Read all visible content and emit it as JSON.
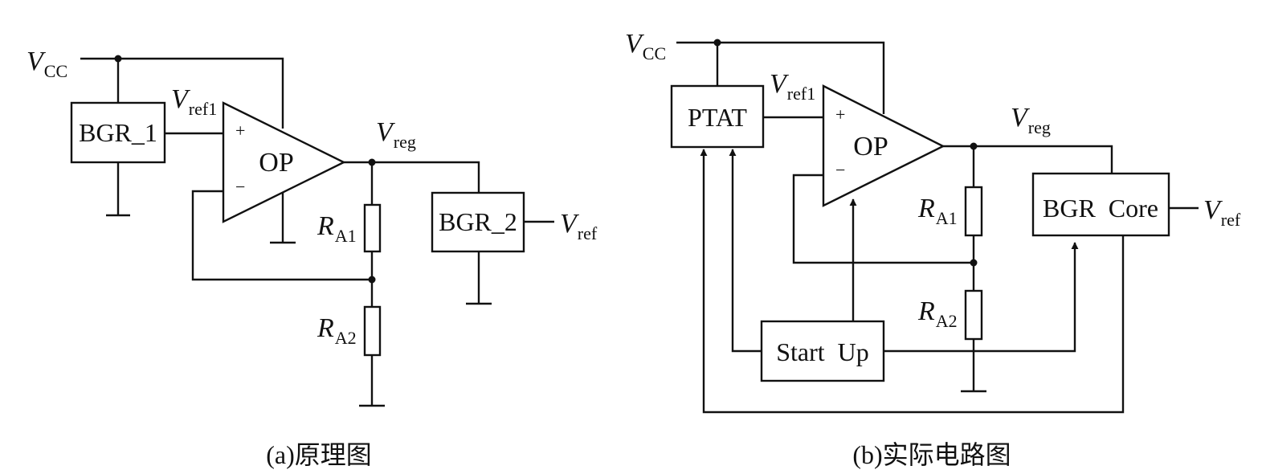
{
  "panel_a": {
    "vcc": {
      "main": "V",
      "sub": "CC"
    },
    "bgr1": "BGR_1",
    "vref1": {
      "main": "V",
      "sub": "ref1"
    },
    "op": "OP",
    "plus": "+",
    "minus": "−",
    "vreg": {
      "main": "V",
      "sub": "reg"
    },
    "ra1": {
      "main": "R",
      "sub": "A1"
    },
    "ra2": {
      "main": "R",
      "sub": "A2"
    },
    "bgr2": "BGR_2",
    "vref": {
      "main": "V",
      "sub": "ref"
    },
    "caption": "(a)原理图"
  },
  "panel_b": {
    "vcc": {
      "main": "V",
      "sub": "CC"
    },
    "ptat": "PTAT",
    "vref1": {
      "main": "V",
      "sub": "ref1"
    },
    "op": "OP",
    "plus": "+",
    "minus": "−",
    "vreg": {
      "main": "V",
      "sub": "reg"
    },
    "ra1": {
      "main": "R",
      "sub": "A1"
    },
    "ra2": {
      "main": "R",
      "sub": "A2"
    },
    "bgr_core": "BGR  Core",
    "vref": {
      "main": "V",
      "sub": "ref"
    },
    "start_up": "Start  Up",
    "caption": "(b)实际电路图"
  }
}
